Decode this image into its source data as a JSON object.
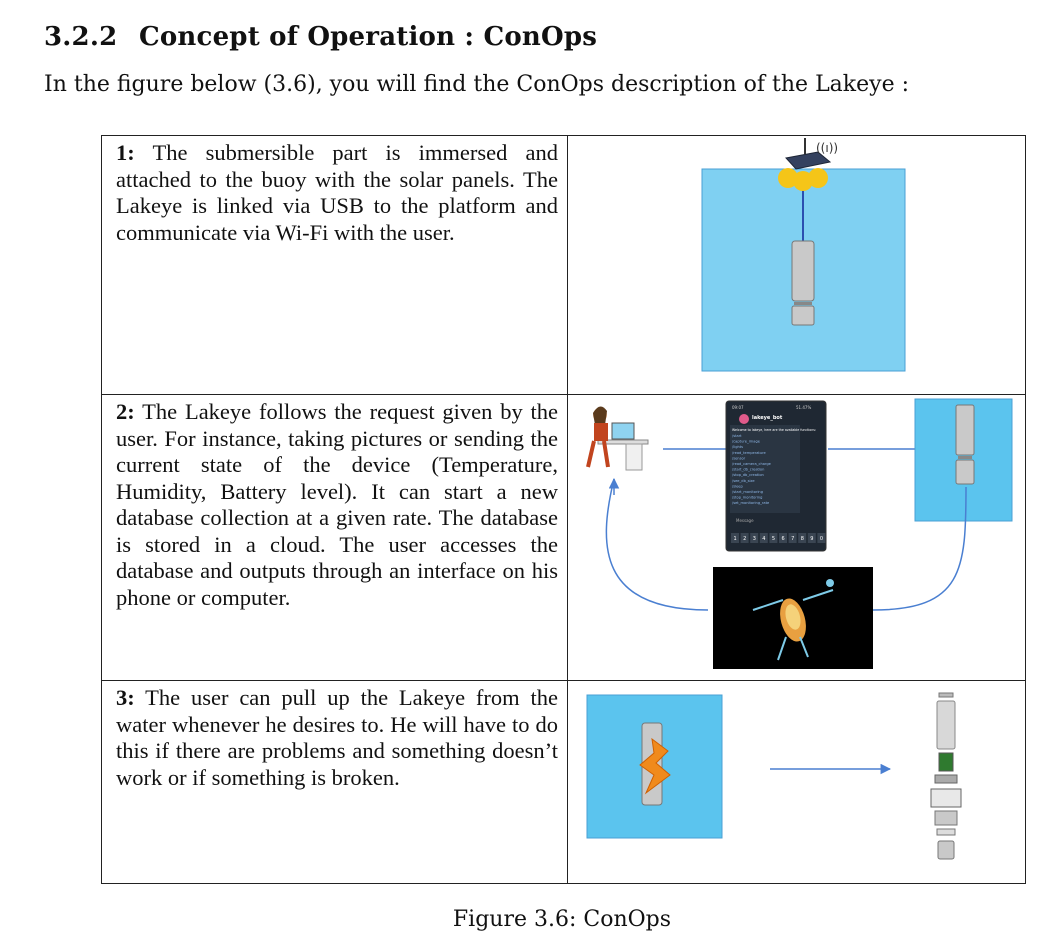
{
  "heading": {
    "number": "3.2.2",
    "title": "Concept of Operation : ConOps"
  },
  "intro": "In the figure below (3.6), you will find the ConOps description of the Lakeye :",
  "rows": [
    {
      "step": "1:",
      "text": " The submersible part is immersed and attached to the buoy with the solar panels. The Lakeye is linked via USB to the platform and communicate via Wi-Fi with the user."
    },
    {
      "step": "2:",
      "text": " The Lakeye follows the request given by the user. For instance, taking pictures or sending the current state of the device (Temperature, Humidity, Battery level). It can start a new database collection at a given rate. The database is stored in a cloud. The user accesses the database and outputs through an interface on his phone or computer."
    },
    {
      "step": "3:",
      "text": " The user can pull up the Lakeye from the water whenever he desires to. He will have to do this if there are problems and something doesn’t work or if something is broken."
    }
  ],
  "phone": {
    "bot_name": "lakeye_bot",
    "status_time": "09:07",
    "battery": "51.47%",
    "welcome": "Welcome to lakeye, here are the available functions:",
    "commands": [
      "/start",
      "/capture_image",
      "/lights",
      "/read_temperature",
      "/sensor",
      "/read_camera_charge",
      "/start_db_creation",
      "/stop_db_creation",
      "/see_db_size",
      "/sleep",
      "/start_monitoring",
      "/stop_monitoring",
      "/set_monitoring_rate"
    ],
    "message_placeholder": "Message",
    "keypad": [
      "1",
      "2",
      "3",
      "4",
      "5",
      "6",
      "7",
      "8",
      "9",
      "0"
    ]
  },
  "caption": "Figure 3.6: ConOps",
  "colors": {
    "water": "#5bc4ee",
    "water_light": "#7fd0f2",
    "arrow": "#4a7fd1",
    "buoy": "#f5c518",
    "border": "#222222"
  }
}
